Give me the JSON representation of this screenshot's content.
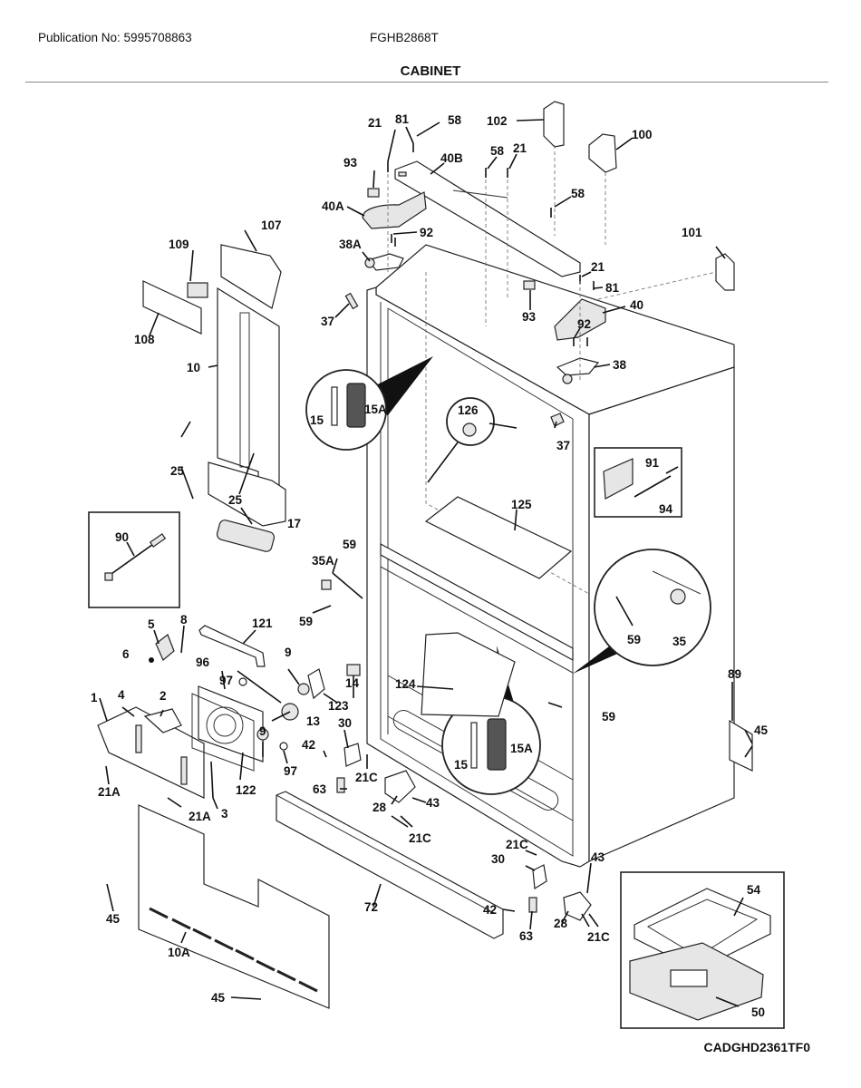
{
  "header": {
    "publication": "Publication No: 5995708863",
    "model": "FGHB2868T",
    "section_title": "CABINET"
  },
  "footer": {
    "drawing_code": "CADGHD2361TF0"
  },
  "callouts": {
    "c102": "102",
    "c100": "100",
    "c21a_top": "21",
    "c81_top": "81",
    "c58_top": "58",
    "c93_top": "93",
    "c40B": "40B",
    "c58_mid": "58",
    "c21_mid": "21",
    "c40A": "40A",
    "c58_right": "58",
    "c92_left": "92",
    "c38A": "38A",
    "c101": "101",
    "c21_right": "21",
    "c81_right": "81",
    "c93_mid": "93",
    "c40": "40",
    "c92_right": "92",
    "c38": "38",
    "c37_left": "37",
    "c107": "107",
    "c109": "109",
    "c108": "108",
    "c10": "10",
    "c15_top": "15",
    "c15A_top": "15A",
    "c126": "126",
    "c37_right": "37",
    "c91": "91",
    "c94": "94",
    "c25_left": "25",
    "c25_mid": "25",
    "c17": "17",
    "c125": "125",
    "c90": "90",
    "c59_top": "59",
    "c35A": "35A",
    "c59_left": "59",
    "c59_circle": "59",
    "c35": "35",
    "c5": "5",
    "c8": "8",
    "c121": "121",
    "c6": "6",
    "c96": "96",
    "c9_top": "9",
    "c97_top": "97",
    "c14": "14",
    "c123": "123",
    "c1": "1",
    "c4": "4",
    "c2": "2",
    "c13": "13",
    "c9_bot": "9",
    "c124": "124",
    "c59_right": "59",
    "c89": "89",
    "c45_right": "45",
    "c30_top": "30",
    "c42_top": "42",
    "c21C_a": "21C",
    "c15_bot": "15",
    "c15A_bot": "15A",
    "c97_bot": "97",
    "c122": "122",
    "c63_top": "63",
    "c28_top": "28",
    "c43_top": "43",
    "c21A_left": "21A",
    "c21A_mid": "21A",
    "c3": "3",
    "c21C_b": "21C",
    "c21C_c": "21C",
    "c30_bot": "30",
    "c43_bot": "43",
    "c54": "54",
    "c42_bot": "42",
    "c72": "72",
    "c45_left": "45",
    "c63_bot": "63",
    "c28_bot": "28",
    "c21C_d": "21C",
    "c10A": "10A",
    "c50": "50",
    "c45_bot": "45"
  }
}
